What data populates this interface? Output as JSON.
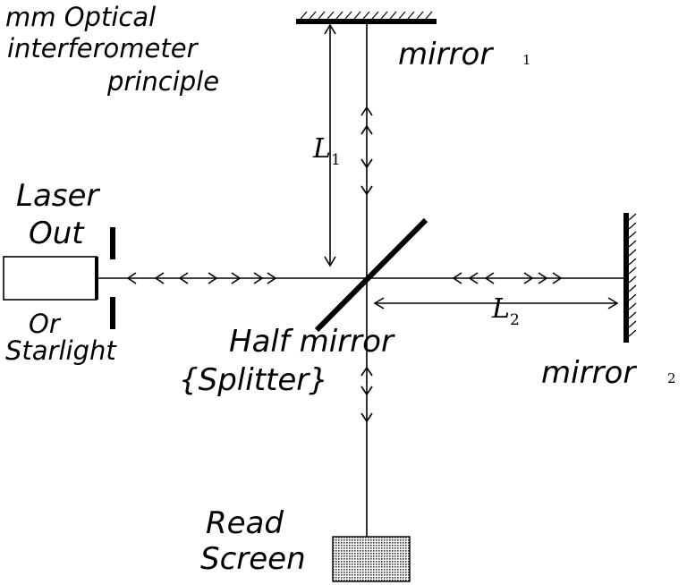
{
  "title": {
    "line1": "mm Optical",
    "line2": "interferometer",
    "line3": "principle"
  },
  "source": {
    "line1": "Laser",
    "line2": "Out",
    "line3": "Or",
    "line4": "Starlight"
  },
  "mirror1": {
    "label": "mirror",
    "index": "1"
  },
  "mirror2": {
    "label": "mirror",
    "index": "2"
  },
  "splitter": {
    "line1": "Half mirror",
    "line2": "{Splitter}"
  },
  "screen": {
    "line1": "Read",
    "line2": "Screen"
  },
  "distance1": {
    "symbol": "L",
    "index": "1"
  },
  "distance2": {
    "symbol": "L",
    "index": "2"
  }
}
